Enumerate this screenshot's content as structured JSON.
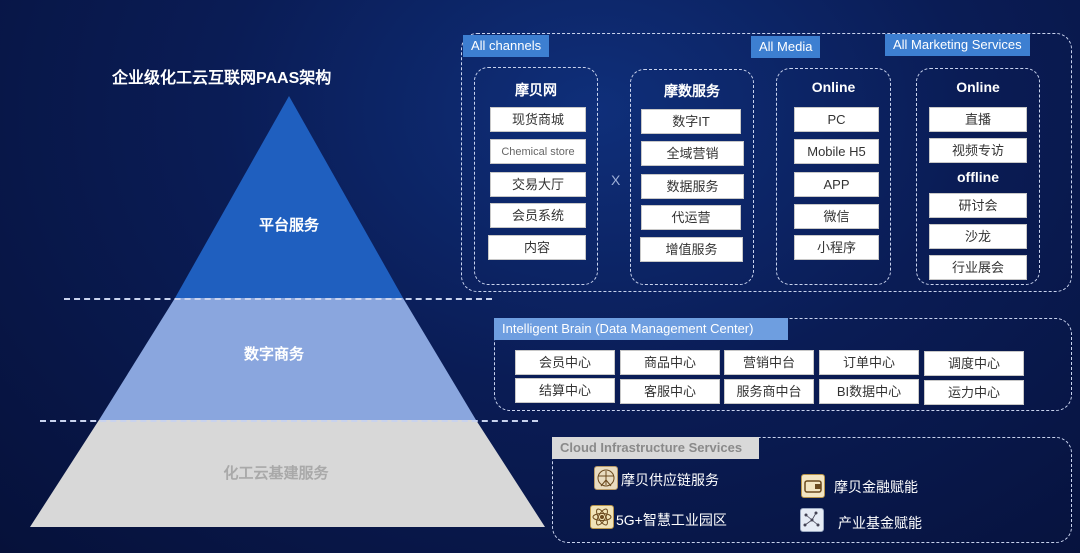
{
  "title": "企业级化工云互联网PAAS架构",
  "tiers": {
    "top": "平台服务",
    "middle": "数字商务",
    "bottom": "化工云基建服务"
  },
  "colors": {
    "tier_top": "#1f5fbf",
    "tier_middle": "#8aa6de",
    "tier_bottom": "#d8d8d8",
    "tag_blue": "#3d7fd1"
  },
  "platform": {
    "tags": {
      "all_channels": "All channels",
      "all_media": "All Media",
      "all_marketing": "All Marketing Services"
    },
    "separator": "X",
    "columns": [
      {
        "head": "摩贝网",
        "items": [
          "现货商城",
          "Chemical store",
          "交易大厅",
          "会员系统",
          "内容"
        ]
      },
      {
        "head": "摩数服务",
        "items": [
          "数字IT",
          "全域营销",
          "数据服务",
          "代运营",
          "增值服务"
        ]
      },
      {
        "head": "Online",
        "items": [
          "PC",
          "Mobile H5",
          "APP",
          "微信",
          "小程序"
        ]
      },
      {
        "head": "Online",
        "items": [
          "直播",
          "视频专访"
        ],
        "head2": "offline",
        "items2": [
          "研讨会",
          "沙龙",
          "行业展会"
        ]
      }
    ]
  },
  "digital": {
    "tag": "Intelligent Brain (Data Management Center)",
    "row1": [
      "会员中心",
      "商品中心",
      "营销中台",
      "订单中心",
      "调度中心"
    ],
    "row2": [
      "结算中心",
      "客服中心",
      "服务商中台",
      "BI数据中心",
      "运力中心"
    ]
  },
  "infra": {
    "tag": "Cloud Infrastructure Services",
    "items": [
      "摩贝供应链服务",
      "摩贝金融赋能",
      "5G+智慧工业园区",
      "产业基金赋能"
    ],
    "icons": [
      "vitruvian-icon",
      "wallet-icon",
      "atom-icon",
      "network-icon"
    ]
  }
}
